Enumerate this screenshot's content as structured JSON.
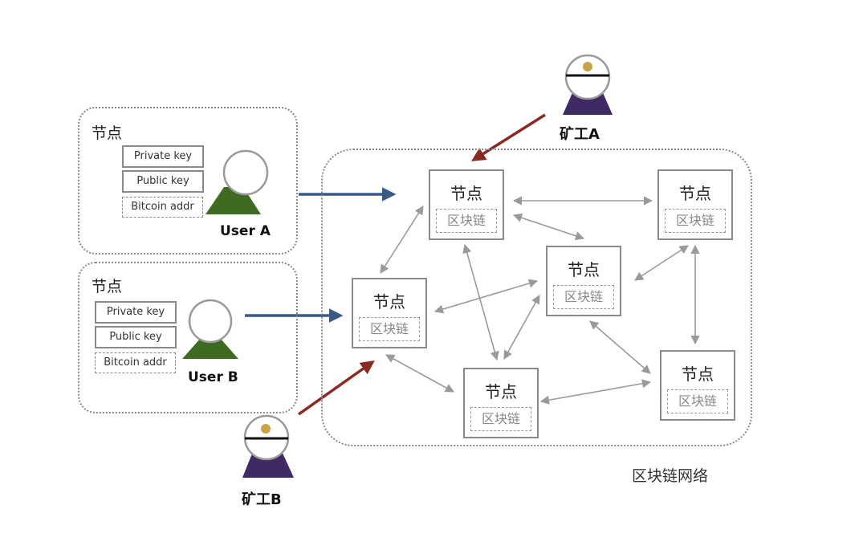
{
  "groups": [
    {
      "title": "节点",
      "keys": [
        "Private key",
        "Public key",
        "Bitcoin addr"
      ],
      "user": "User A"
    },
    {
      "title": "节点",
      "keys": [
        "Private key",
        "Public key",
        "Bitcoin addr"
      ],
      "user": "User B"
    }
  ],
  "miners": [
    {
      "label": "矿工A"
    },
    {
      "label": "矿工B"
    }
  ],
  "nodes": [
    {
      "title": "节点",
      "chain": "区块链"
    },
    {
      "title": "节点",
      "chain": "区块链"
    },
    {
      "title": "节点",
      "chain": "区块链"
    },
    {
      "title": "节点",
      "chain": "区块链"
    },
    {
      "title": "节点",
      "chain": "区块链"
    },
    {
      "title": "节点",
      "chain": "区块链"
    }
  ],
  "network_label": "区块链网络",
  "colors": {
    "user_body": "#3e6b21",
    "miner_body": "#3f2a63",
    "miner_dot": "#c9a347",
    "user_arrow": "#3a5a86",
    "miner_arrow": "#8b2a22",
    "link": "#9a9a9a",
    "border": "#8a8a8a"
  }
}
